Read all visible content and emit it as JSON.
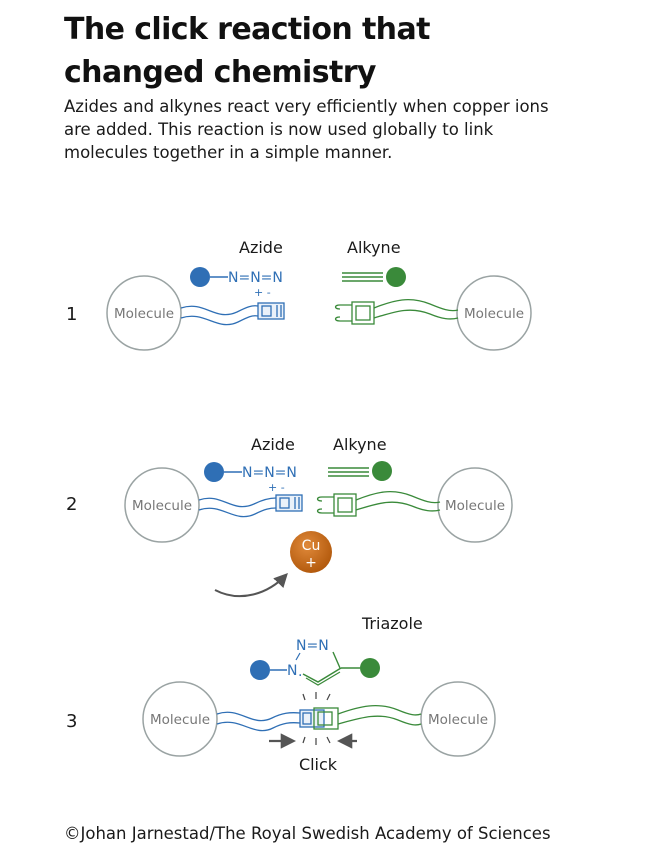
{
  "title_lines": [
    "The click reaction that",
    "changed chemistry"
  ],
  "subtitle_lines": [
    "Azides and alkynes react very efficiently when copper ions",
    "are added. This reaction is now used globally to link",
    "molecules together in a simple manner."
  ],
  "steps": [
    {
      "number": "1",
      "azide_label": "Azide",
      "alkyne_label": "Alkyne",
      "azide_formula": "N=N=N",
      "charges": "+  -",
      "left_molecule": "Molecule",
      "right_molecule": "Molecule"
    },
    {
      "number": "2",
      "azide_label": "Azide",
      "alkyne_label": "Alkyne",
      "azide_formula": "N=N=N",
      "charges": "+  -",
      "left_molecule": "Molecule",
      "right_molecule": "Molecule",
      "copper_top": "Cu",
      "copper_bottom": "+"
    },
    {
      "number": "3",
      "product_label": "Triazole",
      "ring_top": "N=N",
      "ring_left": "N",
      "left_molecule": "Molecule",
      "right_molecule": "Molecule",
      "click_label": "Click"
    }
  ],
  "credit": "©Johan Jarnestad/The Royal Swedish Academy of Sciences",
  "colors": {
    "azide_blue": "#2f6fb5",
    "alkyne_green": "#3a8a3a",
    "copper_orange": "#c0640f",
    "molecule_gray": "#9aa3a3",
    "arrow_gray": "#555555"
  }
}
